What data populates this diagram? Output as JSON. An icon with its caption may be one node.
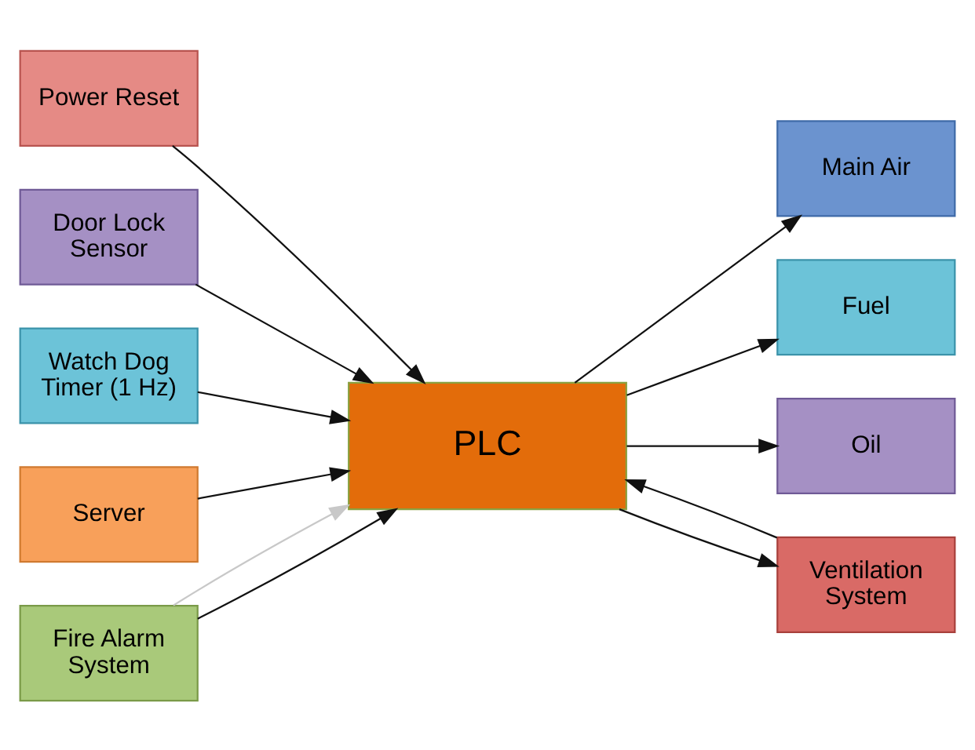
{
  "diagram": {
    "nodes": [
      {
        "text": [
          "Power Reset"
        ]
      },
      {
        "text": [
          "Main Air"
        ]
      },
      {
        "text": [
          "Door Lock Sensor"
        ]
      },
      {
        "text": [
          "Fuel"
        ]
      },
      {
        "text": [
          "Watch Dog Timer (1 Hz)"
        ]
      },
      {
        "text": [
          "PLC"
        ]
      },
      {
        "text": [
          "Oil"
        ]
      },
      {
        "text": [
          "Server"
        ]
      },
      {
        "text": [
          "Fire Alarm System"
        ]
      },
      {
        "text": [
          "Ventilation System"
        ]
      }
    ],
    "edges": [
      {
        "from": 0,
        "to": 5,
        "arrow": "to"
      },
      {
        "from": 5,
        "to": 1,
        "arrow": "to"
      },
      {
        "from": 2,
        "to": 5,
        "arrow": "to"
      },
      {
        "from": 5,
        "to": 3,
        "arrow": "to"
      },
      {
        "from": 4,
        "to": 5,
        "arrow": "to"
      },
      {
        "from": 5,
        "to": 6,
        "arrow": "to"
      },
      {
        "from": 7,
        "to": 5,
        "arrow": "to"
      },
      {
        "from": 8,
        "to": 5,
        "arrow": "to"
      },
      {
        "from": 8,
        "to": 5,
        "arrow": "to",
        "color": "#c8c8c8"
      },
      {
        "from": 5,
        "to": 9,
        "arrow": "to"
      },
      {
        "from": 9,
        "to": 5,
        "arrow": "to"
      }
    ]
  }
}
